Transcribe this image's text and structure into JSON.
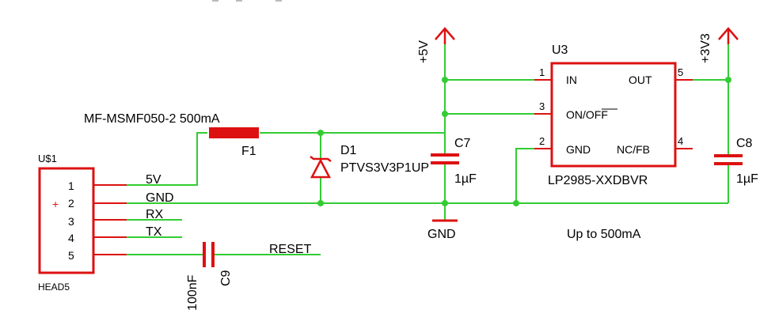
{
  "header": {
    "j1_name": "U$1",
    "j1_value": "HEAD5"
  },
  "connector": {
    "pins": [
      "1",
      "2",
      "3",
      "4",
      "5"
    ],
    "nets": [
      "5V",
      "GND",
      "RX",
      "TX",
      "RESET"
    ],
    "plus_mark": "+"
  },
  "fuse": {
    "ref": "F1",
    "value": "MF-MSMF050-2 500mA"
  },
  "diode": {
    "ref": "D1",
    "value": "PTVS3V3P1UP"
  },
  "cap_c7": {
    "ref": "C7",
    "value": "1µF"
  },
  "cap_c8": {
    "ref": "C8",
    "value": "1µF"
  },
  "cap_c9": {
    "ref": "C9",
    "value": "100nF"
  },
  "ground": {
    "label": "GND"
  },
  "rails": {
    "input": "+5V",
    "output": "+3V3"
  },
  "regulator": {
    "ref": "U3",
    "value": "LP2985-XXDBVR",
    "pins": {
      "in": {
        "num": "1",
        "name": "IN"
      },
      "on_off": {
        "num": "3",
        "name": "ON/OFF"
      },
      "gnd": {
        "num": "2",
        "name": "GND"
      },
      "out": {
        "num": "5",
        "name": "OUT"
      },
      "nc_fb": {
        "num": "4",
        "name": "NC/FB"
      }
    }
  },
  "note": "Up to 500mA",
  "colors": {
    "wire": "#33cc33",
    "symbol": "#dd1111",
    "text": "#000000"
  }
}
